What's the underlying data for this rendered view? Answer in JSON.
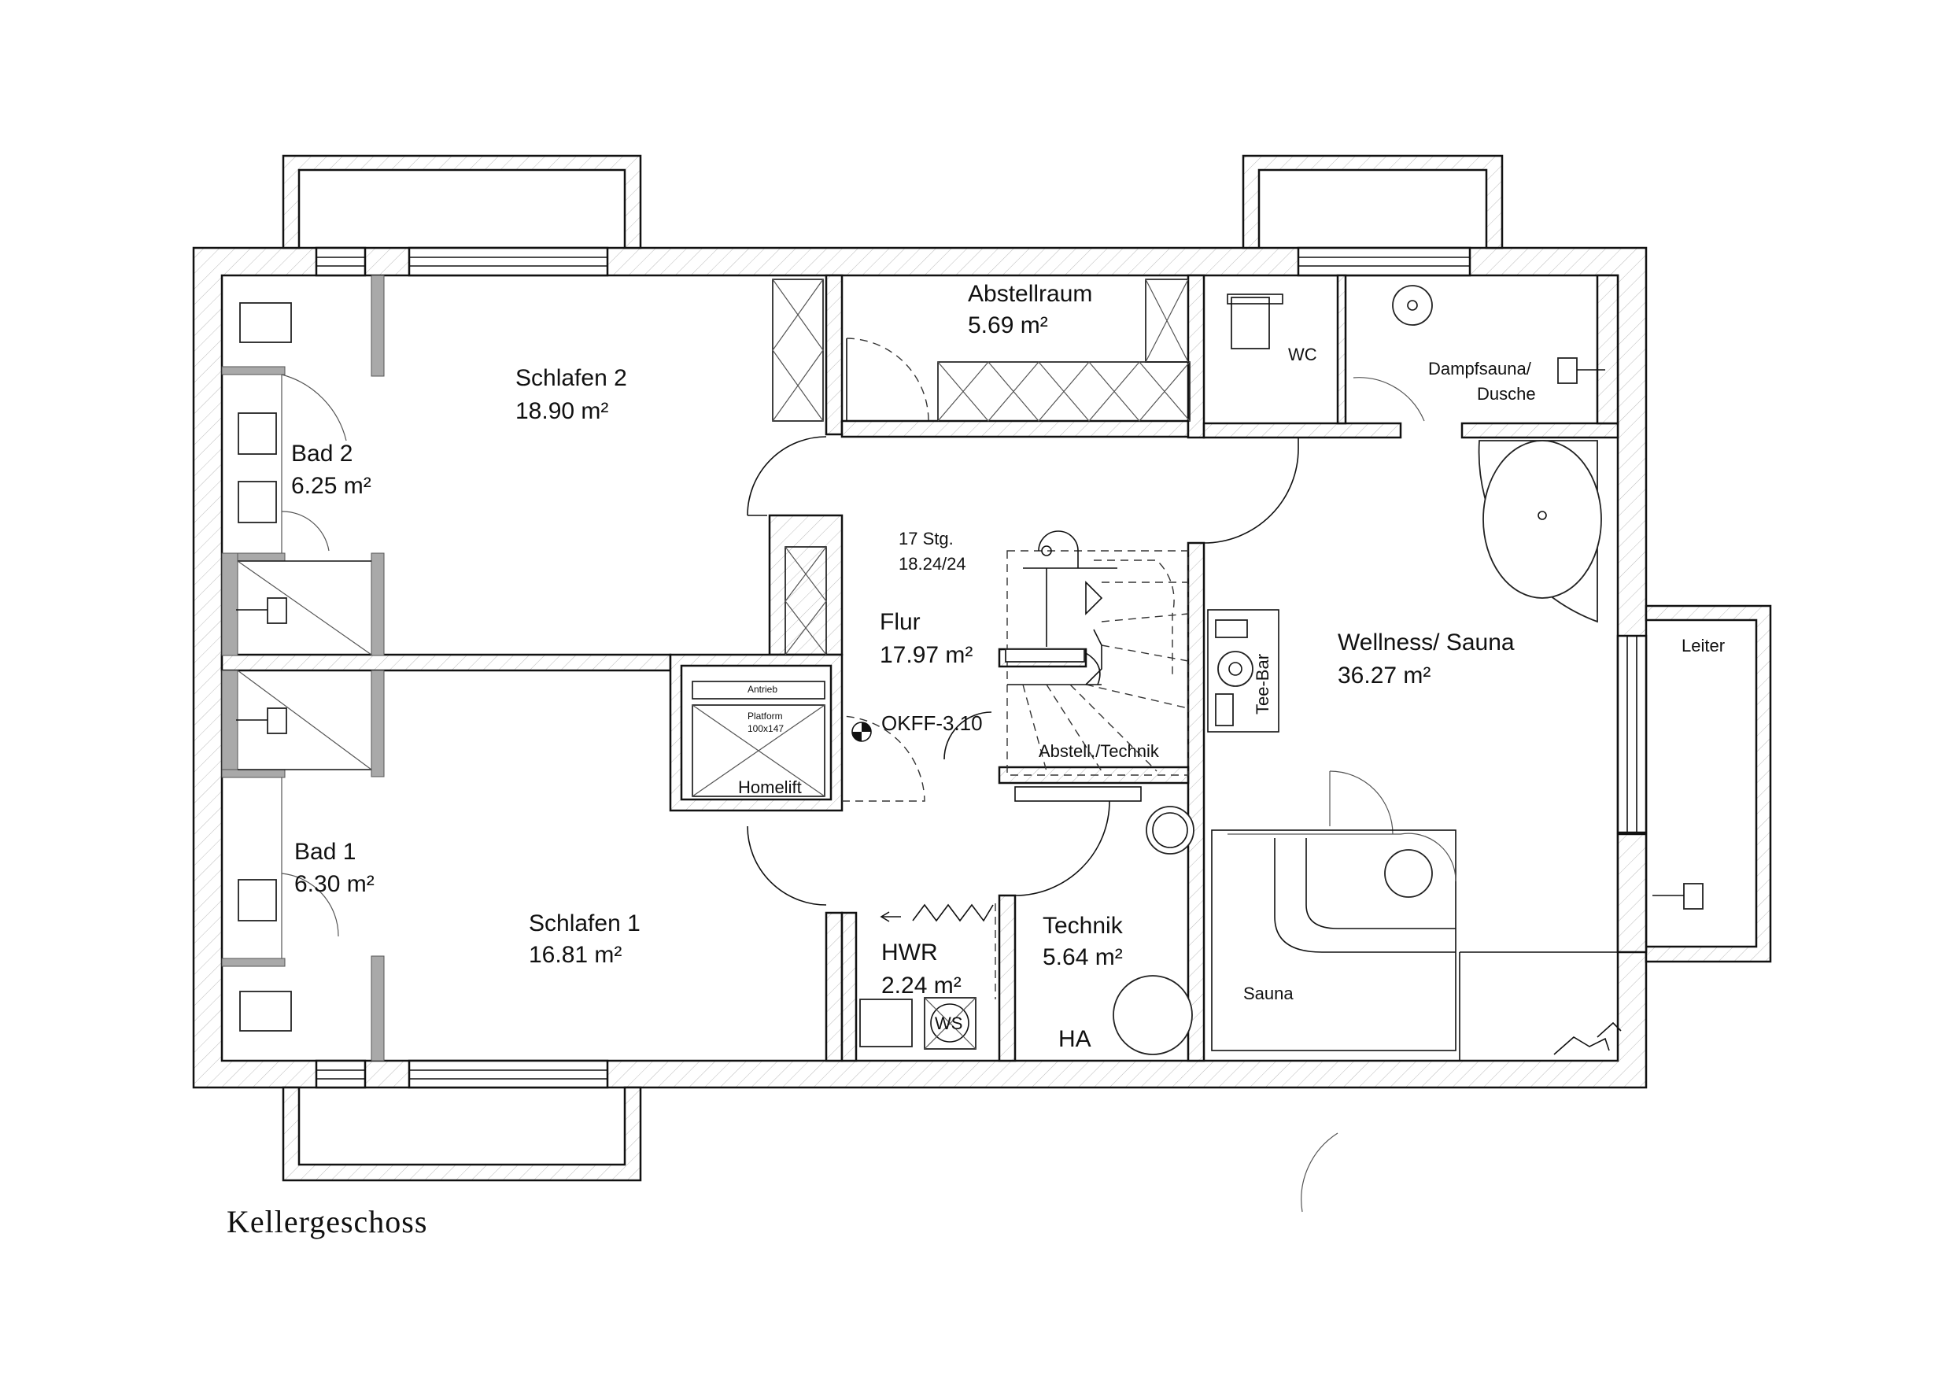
{
  "title": "Kellergeschoss",
  "rooms": {
    "schlafen2": {
      "name": "Schlafen 2",
      "area": "18.90 m²"
    },
    "schlafen1": {
      "name": "Schlafen 1",
      "area": "16.81 m²"
    },
    "bad2": {
      "name": "Bad 2",
      "area": "6.25 m²"
    },
    "bad1": {
      "name": "Bad 1",
      "area": "6.30 m²"
    },
    "abstellraum": {
      "name": "Abstellraum",
      "area": "5.69 m²"
    },
    "flur": {
      "name": "Flur",
      "area": "17.97 m²"
    },
    "hwr": {
      "name": "HWR",
      "area": "2.24 m²"
    },
    "technik": {
      "name": "Technik",
      "area": "5.64 m²"
    },
    "wellness": {
      "name": "Wellness/ Sauna",
      "area": "36.27 m²"
    },
    "wc": {
      "name": "WC"
    },
    "dampfsauna": {
      "line1": "Dampfsauna/",
      "line2": "Dusche"
    },
    "leiter": {
      "name": "Leiter"
    },
    "sauna": {
      "name": "Sauna"
    },
    "abstell_technik": {
      "name": "Abstell./Technik"
    }
  },
  "stair": {
    "steps": "17 Stg.",
    "ratio": "18.24/24"
  },
  "level_mark": "OKFF-3.10",
  "lift": {
    "drive": "Antrieb",
    "platform": "Platform",
    "platform_size": "100x147",
    "name": "Homelift"
  },
  "fixtures": {
    "tee_bar": "Tee-Bar",
    "ws": "WS",
    "ha": "HA"
  }
}
